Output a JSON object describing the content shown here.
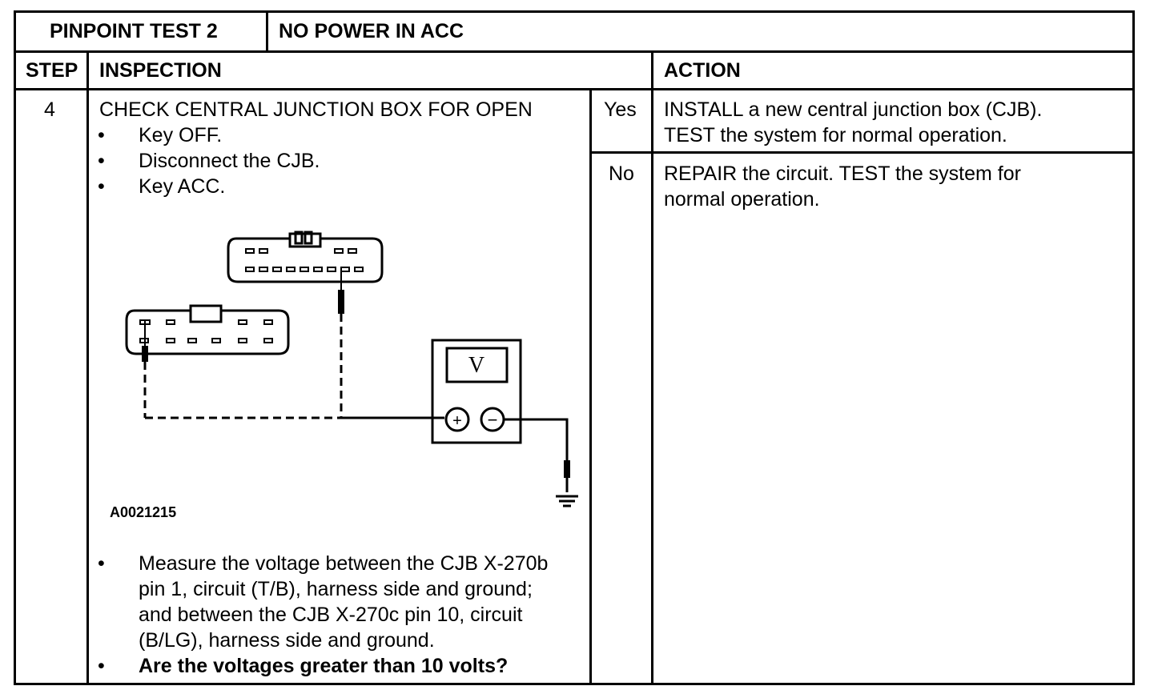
{
  "header": {
    "test_label": "PINPOINT TEST 2",
    "test_title": "NO POWER IN ACC"
  },
  "columns": {
    "step": "STEP",
    "inspection": "INSPECTION",
    "action": "ACTION"
  },
  "row": {
    "step_number": "4",
    "inspection_title": "CHECK CENTRAL JUNCTION BOX FOR OPEN",
    "bullets_top": [
      "Key OFF.",
      "Disconnect the CJB.",
      "Key ACC."
    ],
    "bullets_bottom": [
      "Measure the voltage between the CJB X-270b",
      "pin 1, circuit (T/B), harness side and ground;",
      "and between the CJB X-270c pin 10, circuit",
      "(B/LG), harness side and ground."
    ],
    "question": "Are the voltages greater than 10 volts?",
    "yes_label": "Yes",
    "yes_action_line1": "INSTALL a new central junction box (CJB).",
    "yes_action_line2": "TEST the system for normal operation.",
    "no_label": "No",
    "no_action_line1": "REPAIR the circuit.  TEST the system for",
    "no_action_line2": "normal operation."
  },
  "figure": {
    "id_label": "A0021215",
    "meter_symbol": "V",
    "plus_symbol": "+",
    "minus_symbol": "−"
  }
}
